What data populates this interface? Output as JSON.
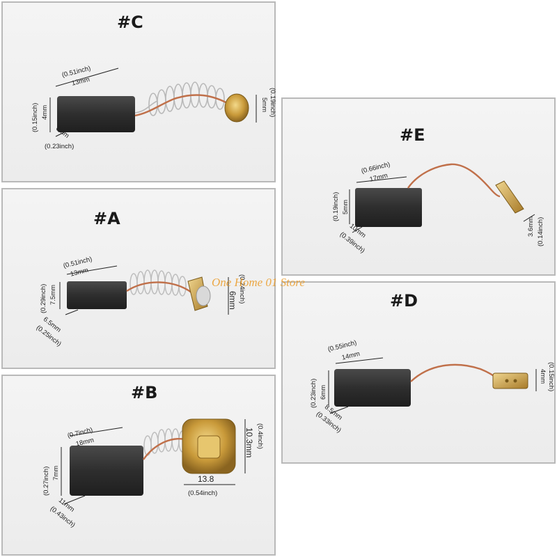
{
  "watermark": "One Home 01 Store",
  "panels": {
    "C": {
      "label": "#C",
      "length_in": "(0.51inch)",
      "length_mm": "13mm",
      "height_mm": "4mm",
      "height_in": "(0.15inch)",
      "width_mm": "6mm",
      "width_in": "(0.23inch)",
      "terminal_in": "(0.19inch)",
      "terminal_mm": "5mm"
    },
    "A": {
      "label": "#A",
      "length_in": "(0.51inch)",
      "length_mm": "13mm",
      "height_mm": "7.5mm",
      "height_in": "(0.29inch)",
      "width_mm": "6.5mm",
      "width_in": "(0.25inch)",
      "terminal_in": "(0.24inch)",
      "terminal_mm": "6mm"
    },
    "B": {
      "label": "#B",
      "length_in": "(0.7inch)",
      "length_mm": "18mm",
      "height_mm": "7mm",
      "height_in": "(0.27inch)",
      "width_mm": "11mm",
      "width_in": "(0.43inch)",
      "cap_mm": "13.8",
      "cap_in": "(0.54inch)",
      "terminal_in": "(0.4inch)",
      "terminal_mm": "10.3mm"
    },
    "E": {
      "label": "#E",
      "length_in": "(0.66inch)",
      "length_mm": "17mm",
      "height_mm": "5mm",
      "height_in": "(0.19inch)",
      "width_mm": "10mm",
      "width_in": "(0.39inch)",
      "terminal_mm": "3.6mm",
      "terminal_in": "(0.14inch)"
    },
    "D": {
      "label": "#D",
      "length_in": "(0.55inch)",
      "length_mm": "14mm",
      "height_mm": "6mm",
      "height_in": "(0.23inch)",
      "width_mm": "8.5mm",
      "width_in": "(0.33inch)",
      "terminal_in": "(0.15inch)",
      "terminal_mm": "4mm"
    }
  }
}
